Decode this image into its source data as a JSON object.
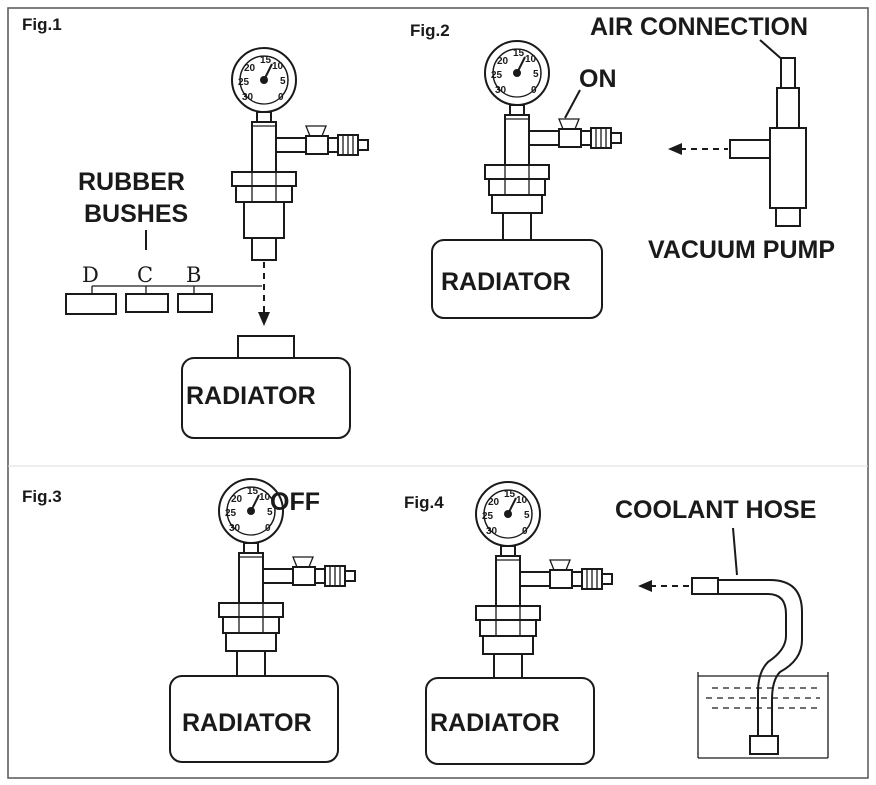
{
  "figures": {
    "fig1": {
      "label": "Fig.1",
      "bushes_label_1": "RUBBER",
      "bushes_label_2": "BUSHES",
      "bush_d": "D",
      "bush_c": "C",
      "bush_b": "B",
      "radiator": "RADIATOR"
    },
    "fig2": {
      "label": "Fig.2",
      "air_connection": "AIR CONNECTION",
      "on": "ON",
      "vacuum_pump": "VACUUM PUMP",
      "radiator": "RADIATOR"
    },
    "fig3": {
      "label": "Fig.3",
      "off": "OFF",
      "radiator": "RADIATOR"
    },
    "fig4": {
      "label": "Fig.4",
      "coolant_hose": "COOLANT HOSE",
      "radiator": "RADIATOR"
    }
  },
  "gauge": {
    "t15": "15",
    "t10": "10",
    "t20": "20",
    "t5": "5",
    "t25": "25",
    "t30": "30",
    "t0": "0"
  },
  "colors": {
    "ink": "#1a1a1a",
    "panel_border": "#555555",
    "background": "#ffffff"
  }
}
